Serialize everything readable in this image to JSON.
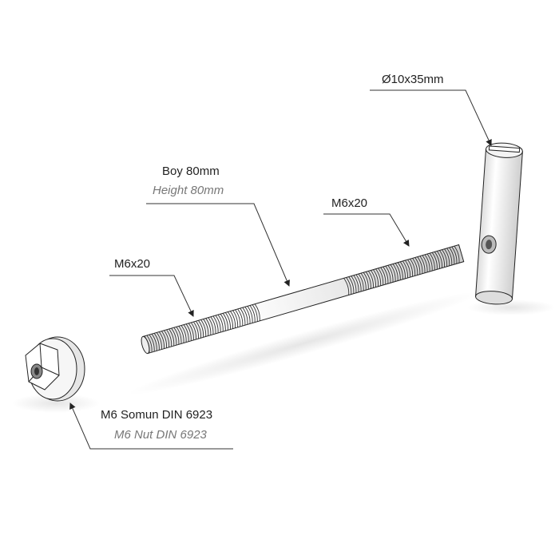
{
  "labels": {
    "barrel_nut": "Ø10x35mm",
    "length_tr": "Boy 80mm",
    "length_en": "Height 80mm",
    "thread_right": "M6x20",
    "thread_left": "M6x20",
    "nut_tr": "M6 Somun DIN 6923",
    "nut_en": "M6 Nut DIN 6923"
  }
}
